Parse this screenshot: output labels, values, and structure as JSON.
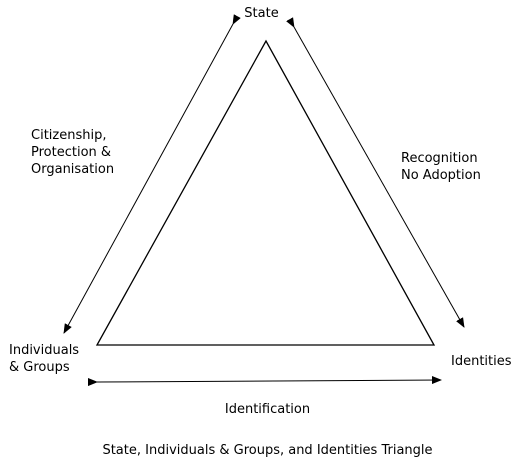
{
  "nodes": {
    "state": "State",
    "individuals_line1": "Individuals",
    "individuals_line2": "& Groups",
    "identities": "Identities"
  },
  "edges": {
    "citizenship_line1": "Citizenship,",
    "citizenship_line2": "Protection &",
    "citizenship_line3": "Organisation",
    "recognition_line1": "Recognition",
    "recognition_line2": "No Adoption",
    "identification": "Identification"
  },
  "caption": "State, Individuals & Groups, and Identities Triangle",
  "colors": {
    "stroke": "#000000",
    "background": "#ffffff"
  }
}
